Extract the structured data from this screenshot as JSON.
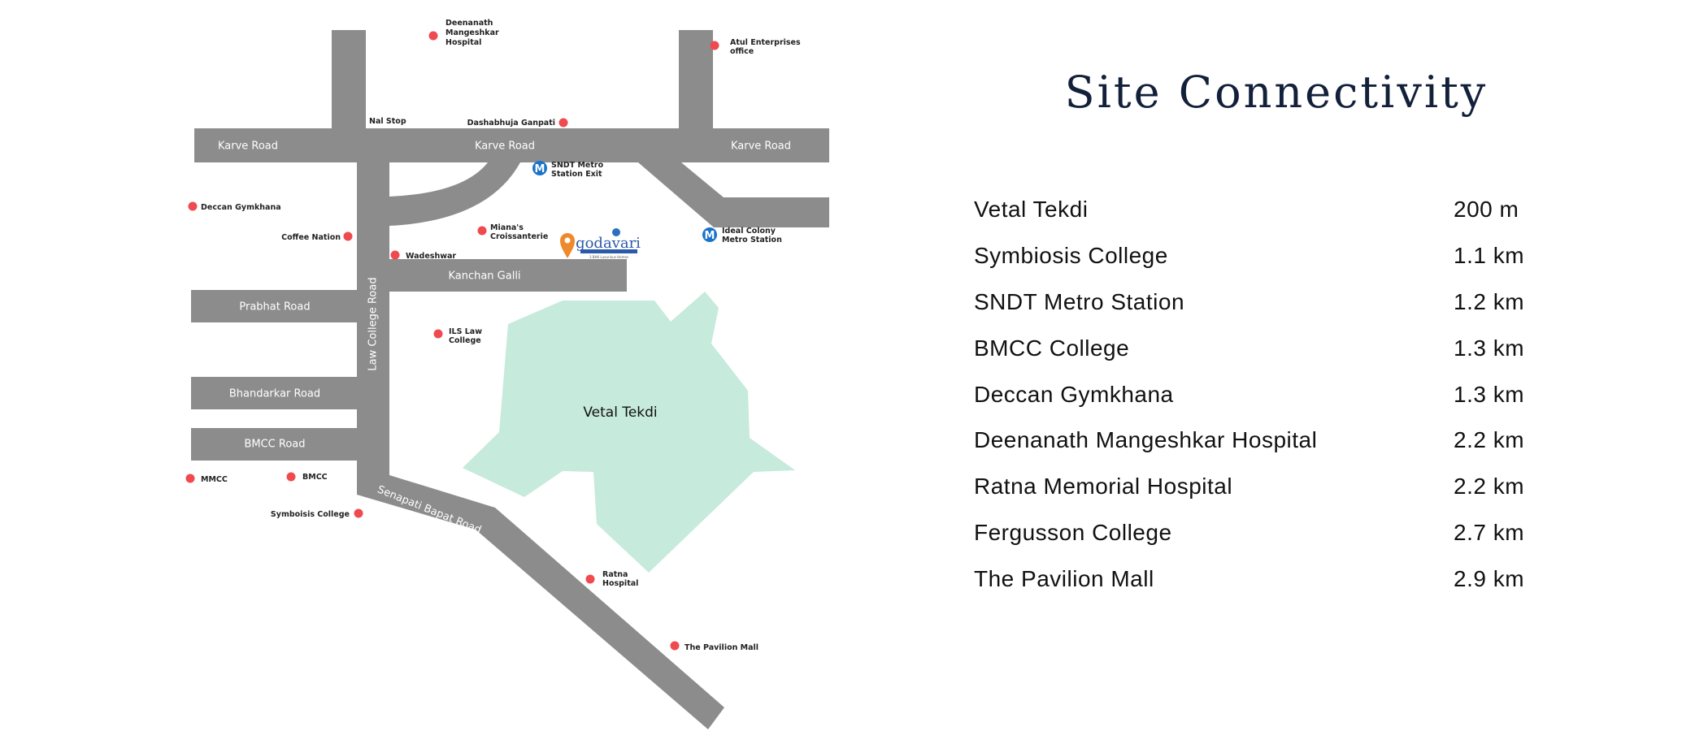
{
  "title": "Site Connectivity",
  "colors": {
    "road": "#8c8c8c",
    "park": "#c6eadb",
    "marker": "#ef4a4f",
    "metro": "#1a73c9",
    "site_pin": "#ef8a2c",
    "title": "#13203a"
  },
  "map": {
    "roads": {
      "karve_left": "Karve Road",
      "karve_mid": "Karve Road",
      "karve_right": "Karve Road",
      "kanchan": "Kanchan Galli",
      "prabhat": "Prabhat Road",
      "law_college": "Law College Road",
      "bhandarkar": "Bhandarkar Road",
      "bmcc_road": "BMCC Road",
      "senapati": "Senapati Bapat Road"
    },
    "park_label": "Vetal Tekdi",
    "places": {
      "deenanath": [
        "Deenanath",
        "Mangeshkar",
        "Hospital"
      ],
      "atul": [
        "Atul Enterprises",
        "office"
      ],
      "nal_stop": "Nal Stop",
      "dashabhuja": "Dashabhuja Ganpati",
      "sndt": [
        "SNDT Metro",
        "Station Exit"
      ],
      "deccan": "Deccan Gymkhana",
      "coffee": "Coffee Nation",
      "miana": [
        "Miana's",
        "Croissanterie"
      ],
      "ideal": [
        "Ideal Colony",
        "Metro Station"
      ],
      "wadeshwar": "Wadeshwar",
      "ils": [
        "ILS Law",
        "College"
      ],
      "mmcc": "MMCC",
      "bmcc": "BMCC",
      "symbiosis": "Symboisis College",
      "ratna": [
        "Ratna",
        "Hospital"
      ],
      "pavilion": "The Pavilion Mall"
    },
    "metro_icon_letter": "M",
    "site_logo": {
      "name": "godavari",
      "sub": "APARTMENT",
      "tagline": "3 BHK Luxurious Homes"
    }
  },
  "connectivity": [
    {
      "place": "Vetal Tekdi",
      "distance": "200 m"
    },
    {
      "place": "Symbiosis College",
      "distance": "1.1 km"
    },
    {
      "place": "SNDT Metro Station",
      "distance": "1.2 km"
    },
    {
      "place": "BMCC College",
      "distance": "1.3 km"
    },
    {
      "place": "Deccan Gymkhana",
      "distance": "1.3 km"
    },
    {
      "place": "Deenanath Mangeshkar Hospital",
      "distance": "2.2 km"
    },
    {
      "place": "Ratna Memorial Hospital",
      "distance": "2.2 km"
    },
    {
      "place": "Fergusson College",
      "distance": "2.7 km"
    },
    {
      "place": "The Pavilion Mall",
      "distance": "2.9 km"
    }
  ]
}
